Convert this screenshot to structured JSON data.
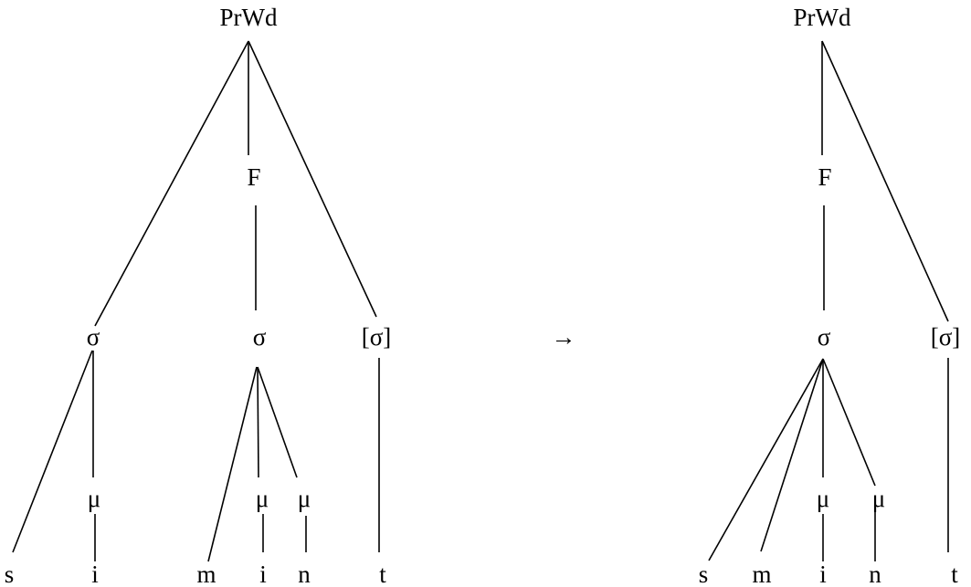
{
  "left_tree": {
    "root": "PrWd",
    "foot": "F",
    "syllable_1": "σ",
    "syllable_2": "σ",
    "extra_syllable": "[σ]",
    "mora_1": "μ",
    "mora_2": "μ",
    "mora_3": "μ",
    "segments": [
      "s",
      "i",
      "m",
      "i",
      "n",
      "t"
    ]
  },
  "arrow": "→",
  "right_tree": {
    "root": "PrWd",
    "foot": "F",
    "syllable": "σ",
    "extra_syllable": "[σ]",
    "mora_1": "μ",
    "mora_2": "μ",
    "segments": [
      "s",
      "m",
      "i",
      "n",
      "t"
    ]
  }
}
